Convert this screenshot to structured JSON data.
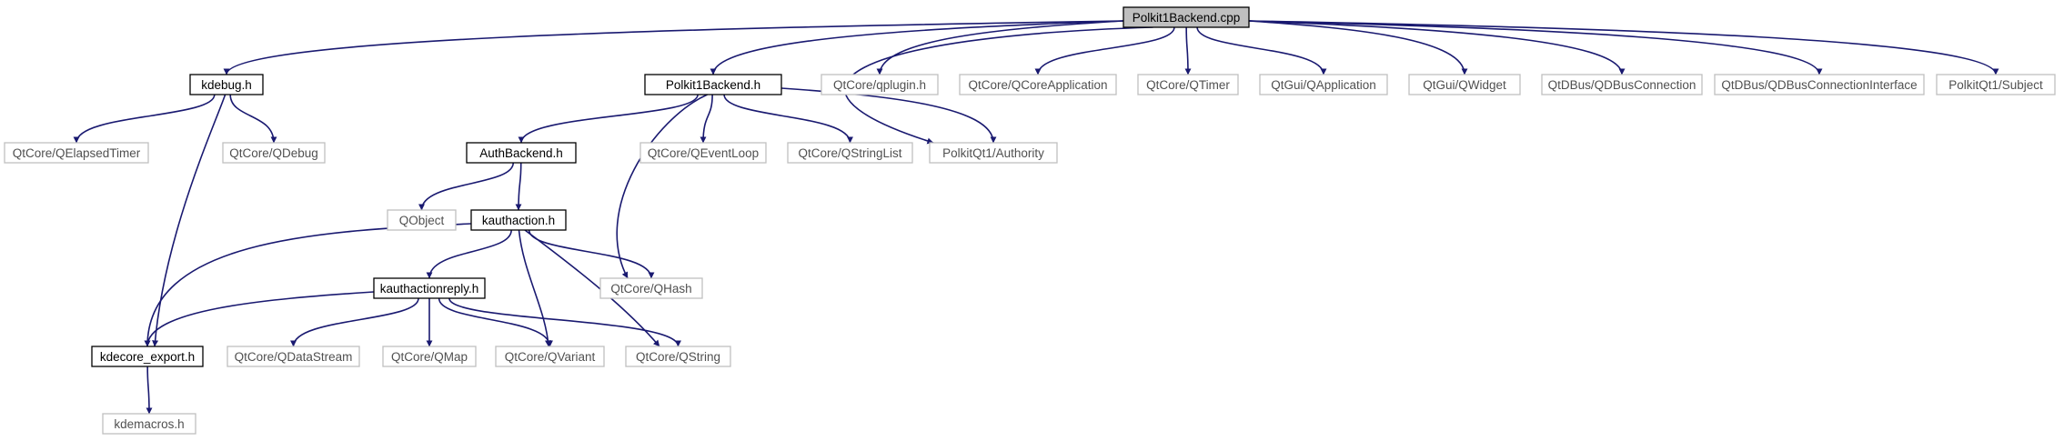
{
  "colors": {
    "edge": "#191970",
    "root_fill": "#bfbfbf",
    "root_stroke": "#000000",
    "local_stroke": "#000000",
    "external_stroke": "#bfbfbf",
    "local_text": "#000000",
    "external_text": "#505050"
  },
  "nodes": [
    {
      "id": "polkit1backend_cpp",
      "label": "Polkit1Backend.cpp",
      "kind": "root"
    },
    {
      "id": "kdebug_h",
      "label": "kdebug.h",
      "kind": "local"
    },
    {
      "id": "polkit1backend_h",
      "label": "Polkit1Backend.h",
      "kind": "local"
    },
    {
      "id": "qplugin_h",
      "label": "QtCore/qplugin.h",
      "kind": "external"
    },
    {
      "id": "qcoreapplication",
      "label": "QtCore/QCoreApplication",
      "kind": "external"
    },
    {
      "id": "qtimer",
      "label": "QtCore/QTimer",
      "kind": "external"
    },
    {
      "id": "qapplication",
      "label": "QtGui/QApplication",
      "kind": "external"
    },
    {
      "id": "qwidget",
      "label": "QtGui/QWidget",
      "kind": "external"
    },
    {
      "id": "qdbusconnection",
      "label": "QtDBus/QDBusConnection",
      "kind": "external"
    },
    {
      "id": "qdbusconnectioninterface",
      "label": "QtDBus/QDBusConnectionInterface",
      "kind": "external"
    },
    {
      "id": "polkitqt1_subject",
      "label": "PolkitQt1/Subject",
      "kind": "external"
    },
    {
      "id": "qelapsedtimer",
      "label": "QtCore/QElapsedTimer",
      "kind": "external"
    },
    {
      "id": "qdebug",
      "label": "QtCore/QDebug",
      "kind": "external"
    },
    {
      "id": "authbackend_h",
      "label": "AuthBackend.h",
      "kind": "local"
    },
    {
      "id": "qeventloop",
      "label": "QtCore/QEventLoop",
      "kind": "external"
    },
    {
      "id": "qstringlist",
      "label": "QtCore/QStringList",
      "kind": "external"
    },
    {
      "id": "polkitqt1_authority",
      "label": "PolkitQt1/Authority",
      "kind": "external"
    },
    {
      "id": "qobject",
      "label": "QObject",
      "kind": "external"
    },
    {
      "id": "kauthaction_h",
      "label": "kauthaction.h",
      "kind": "local"
    },
    {
      "id": "qhash",
      "label": "QtCore/QHash",
      "kind": "external"
    },
    {
      "id": "kauthactionreply_h",
      "label": "kauthactionreply.h",
      "kind": "local"
    },
    {
      "id": "kdecore_export_h",
      "label": "kdecore_export.h",
      "kind": "local"
    },
    {
      "id": "qdatastream",
      "label": "QtCore/QDataStream",
      "kind": "external"
    },
    {
      "id": "qmap",
      "label": "QtCore/QMap",
      "kind": "external"
    },
    {
      "id": "qvariant",
      "label": "QtCore/QVariant",
      "kind": "external"
    },
    {
      "id": "qstring",
      "label": "QtCore/QString",
      "kind": "external"
    },
    {
      "id": "kdemacros_h",
      "label": "kdemacros.h",
      "kind": "external"
    }
  ],
  "edges": [
    {
      "from": "polkit1backend_cpp",
      "to": "kdebug_h"
    },
    {
      "from": "polkit1backend_cpp",
      "to": "polkit1backend_h"
    },
    {
      "from": "polkit1backend_cpp",
      "to": "qplugin_h"
    },
    {
      "from": "polkit1backend_cpp",
      "to": "qcoreapplication"
    },
    {
      "from": "polkit1backend_cpp",
      "to": "qtimer"
    },
    {
      "from": "polkit1backend_cpp",
      "to": "qapplication"
    },
    {
      "from": "polkit1backend_cpp",
      "to": "qwidget"
    },
    {
      "from": "polkit1backend_cpp",
      "to": "qdbusconnection"
    },
    {
      "from": "polkit1backend_cpp",
      "to": "qdbusconnectioninterface"
    },
    {
      "from": "polkit1backend_cpp",
      "to": "polkitqt1_subject"
    },
    {
      "from": "polkit1backend_cpp",
      "to": "polkitqt1_authority"
    },
    {
      "from": "kdebug_h",
      "to": "qelapsedtimer"
    },
    {
      "from": "kdebug_h",
      "to": "qdebug"
    },
    {
      "from": "kdebug_h",
      "to": "kdecore_export_h"
    },
    {
      "from": "polkit1backend_h",
      "to": "authbackend_h"
    },
    {
      "from": "polkit1backend_h",
      "to": "qeventloop"
    },
    {
      "from": "polkit1backend_h",
      "to": "qstringlist"
    },
    {
      "from": "polkit1backend_h",
      "to": "polkitqt1_authority"
    },
    {
      "from": "polkit1backend_h",
      "to": "qhash"
    },
    {
      "from": "authbackend_h",
      "to": "qobject"
    },
    {
      "from": "authbackend_h",
      "to": "kauthaction_h"
    },
    {
      "from": "kauthaction_h",
      "to": "kauthactionreply_h"
    },
    {
      "from": "kauthaction_h",
      "to": "kdecore_export_h"
    },
    {
      "from": "kauthaction_h",
      "to": "qhash"
    },
    {
      "from": "kauthaction_h",
      "to": "qvariant"
    },
    {
      "from": "kauthaction_h",
      "to": "qstring"
    },
    {
      "from": "kauthactionreply_h",
      "to": "kdecore_export_h"
    },
    {
      "from": "kauthactionreply_h",
      "to": "qdatastream"
    },
    {
      "from": "kauthactionreply_h",
      "to": "qmap"
    },
    {
      "from": "kauthactionreply_h",
      "to": "qvariant"
    },
    {
      "from": "kauthactionreply_h",
      "to": "qstring"
    },
    {
      "from": "kdecore_export_h",
      "to": "kdemacros_h"
    }
  ]
}
